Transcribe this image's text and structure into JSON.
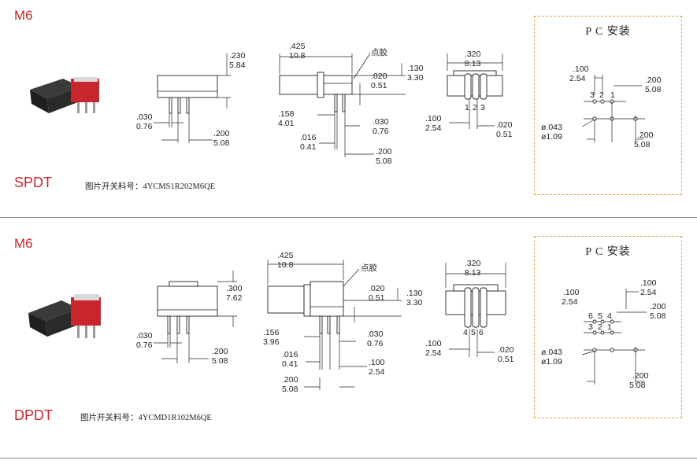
{
  "sections": [
    {
      "model": "M6",
      "type": "SPDT",
      "part_label": "图片开关料号：4YCMS1R202M6QE",
      "side": {
        "h_in": ".230",
        "h_mm": "5.84",
        "pin_w_in": ".030",
        "pin_w_mm": "0.76",
        "pitch_in": ".200",
        "pitch_mm": "5.08"
      },
      "front": {
        "w_in": ".425",
        "w_mm": "10.8",
        "glue": "点胶",
        "h_in": ".130",
        "h_mm": "3.30",
        "t_in": ".020",
        "t_mm": "0.51",
        "a_in": ".158",
        "a_mm": "4.01",
        "b_in": ".030",
        "b_mm": "0.76",
        "c_in": ".016",
        "c_mm": "0.41",
        "d_in": ".200",
        "d_mm": "5.08"
      },
      "end": {
        "w_in": ".320",
        "w_mm": "8.13",
        "pins": [
          "1",
          "2",
          "3"
        ],
        "p_in": ".100",
        "p_mm": "2.54",
        "t_in": ".020",
        "t_mm": "0.51"
      },
      "pc": {
        "title": "P C 安装",
        "p1_in": ".100",
        "p1_mm": "2.54",
        "p2_in": ".200",
        "p2_mm": "5.08",
        "hole_in": "ø.043",
        "hole_mm": "ø1.09",
        "p3_in": ".200",
        "p3_mm": "5.08",
        "pins_top": [
          "3",
          "2",
          "1"
        ]
      }
    },
    {
      "model": "M6",
      "type": "DPDT",
      "part_label": "图片开关料号：4YCMD1R102M6QE",
      "side": {
        "h_in": ".300",
        "h_mm": "7.62",
        "pin_w_in": ".030",
        "pin_w_mm": "0.76",
        "pitch_in": ".200",
        "pitch_mm": "5.08"
      },
      "front": {
        "w_in": ".425",
        "w_mm": "10.8",
        "glue": "点胶",
        "h_in": ".130",
        "h_mm": "3.30",
        "t_in": ".020",
        "t_mm": "0.51",
        "a_in": ".156",
        "a_mm": "3.96",
        "b_in": ".030",
        "b_mm": "0.76",
        "c_in": ".016",
        "c_mm": "0.41",
        "e_in": ".100",
        "e_mm": "2.54",
        "d_in": ".200",
        "d_mm": "5.08"
      },
      "end": {
        "w_in": ".320",
        "w_mm": "8.13",
        "pins": [
          "4",
          "5",
          "6"
        ],
        "p_in": ".100",
        "p_mm": "2.54",
        "t_in": ".020",
        "t_mm": "0.51"
      },
      "pc": {
        "title": "P C 安装",
        "p1_in": ".100",
        "p1_mm": "2.54",
        "p4_in": ".100",
        "p4_mm": "2.54",
        "p2_in": ".200",
        "p2_mm": "5.08",
        "hole_in": "ø.043",
        "hole_mm": "ø1.09",
        "p3_in": ".200",
        "p3_mm": "5.08",
        "pins_top": [
          "6",
          "5",
          "4"
        ],
        "pins_mid": [
          "3",
          "2",
          "1"
        ]
      }
    }
  ],
  "colors": {
    "accent": "#c8262c",
    "dashed_box": "#e0a84a",
    "switch_body": "#c8262c",
    "actuator": "#2a2a2a"
  }
}
